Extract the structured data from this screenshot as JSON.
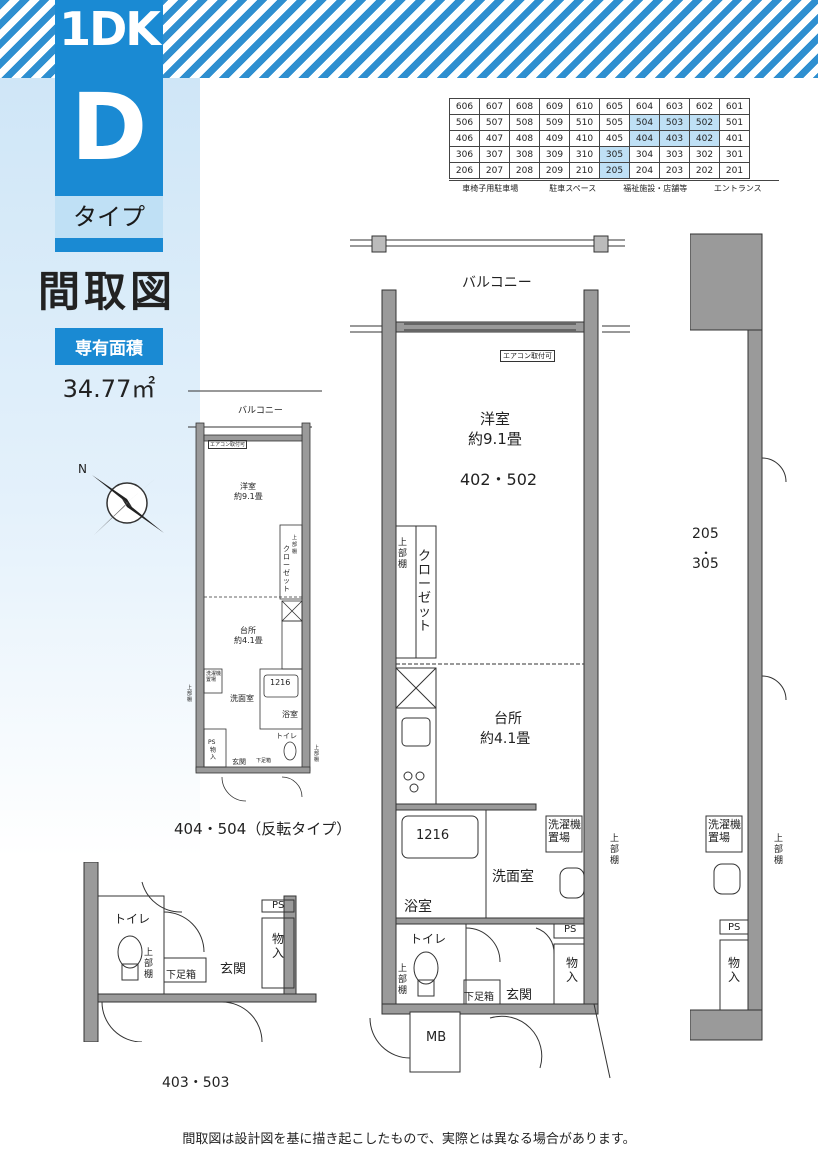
{
  "header": {
    "plan_type": "1DK",
    "type_letter": "D",
    "type_suffix": "タイプ",
    "title": "間取図",
    "area_label": "専有面積",
    "area_value": "34.77㎡"
  },
  "room_table": {
    "rows": [
      [
        "606",
        "607",
        "608",
        "609",
        "610",
        "605",
        "604",
        "603",
        "602",
        "601"
      ],
      [
        "506",
        "507",
        "508",
        "509",
        "510",
        "505",
        "504",
        "503",
        "502",
        "501"
      ],
      [
        "406",
        "407",
        "408",
        "409",
        "410",
        "405",
        "404",
        "403",
        "402",
        "401"
      ],
      [
        "306",
        "307",
        "308",
        "309",
        "310",
        "305",
        "304",
        "303",
        "302",
        "301"
      ],
      [
        "206",
        "207",
        "208",
        "209",
        "210",
        "205",
        "204",
        "203",
        "202",
        "201"
      ]
    ],
    "highlighted": [
      "504",
      "503",
      "502",
      "404",
      "403",
      "402",
      "305",
      "205"
    ],
    "footer": [
      "車椅子用駐車場",
      "駐車スペース",
      "福祉施設・店舗等",
      "エントランス"
    ]
  },
  "main_plan": {
    "balcony": "バルコニー",
    "aircon": "エアコン取付可",
    "western_room": "洋室",
    "western_size": "約9.1畳",
    "unit_numbers": "402・502",
    "upper_shelf": "上部棚",
    "closet": "クローゼット",
    "kitchen": "台所",
    "kitchen_size": "約4.1畳",
    "bath_size": "1216",
    "washer": "洗濯機置場",
    "washroom": "洗面室",
    "bathroom": "浴室",
    "toilet": "トイレ",
    "ps": "PS",
    "storage": "物入",
    "shoe_box": "下足箱",
    "entrance": "玄関",
    "mb": "MB"
  },
  "small_plan": {
    "balcony": "バルコニー",
    "aircon": "エアコン取付可",
    "western_room": "洋室",
    "western_size": "約9.1畳",
    "closet": "クローゼット",
    "upper_shelf": "上部棚",
    "kitchen": "台所",
    "kitchen_size": "約4.1畳",
    "bath_size": "1216",
    "washer": "洗濯機置場",
    "washroom": "洗面室",
    "bathroom": "浴室",
    "toilet": "トイレ",
    "ps": "PS",
    "storage": "物入",
    "shoe_box": "下足箱",
    "entrance": "玄関",
    "caption": "404・504（反転タイプ）"
  },
  "left_plan": {
    "toilet": "トイレ",
    "upper_shelf": "上部棚",
    "shoe_box": "下足箱",
    "entrance": "玄関",
    "storage": "物入",
    "ps": "PS",
    "caption": "403・503"
  },
  "right_plan": {
    "unit_top": "205",
    "dot": "・",
    "unit_bottom": "305",
    "washer": "洗濯機置場",
    "upper_shelf": "上部棚",
    "ps": "PS",
    "storage": "物入"
  },
  "footer": {
    "note": "間取図は設計図を基に描き起こしたもので、実際とは異なる場合があります。"
  },
  "colors": {
    "accent": "#1a8ad3",
    "highlight": "#bfe0f5",
    "wall": "#9a9a9a"
  }
}
